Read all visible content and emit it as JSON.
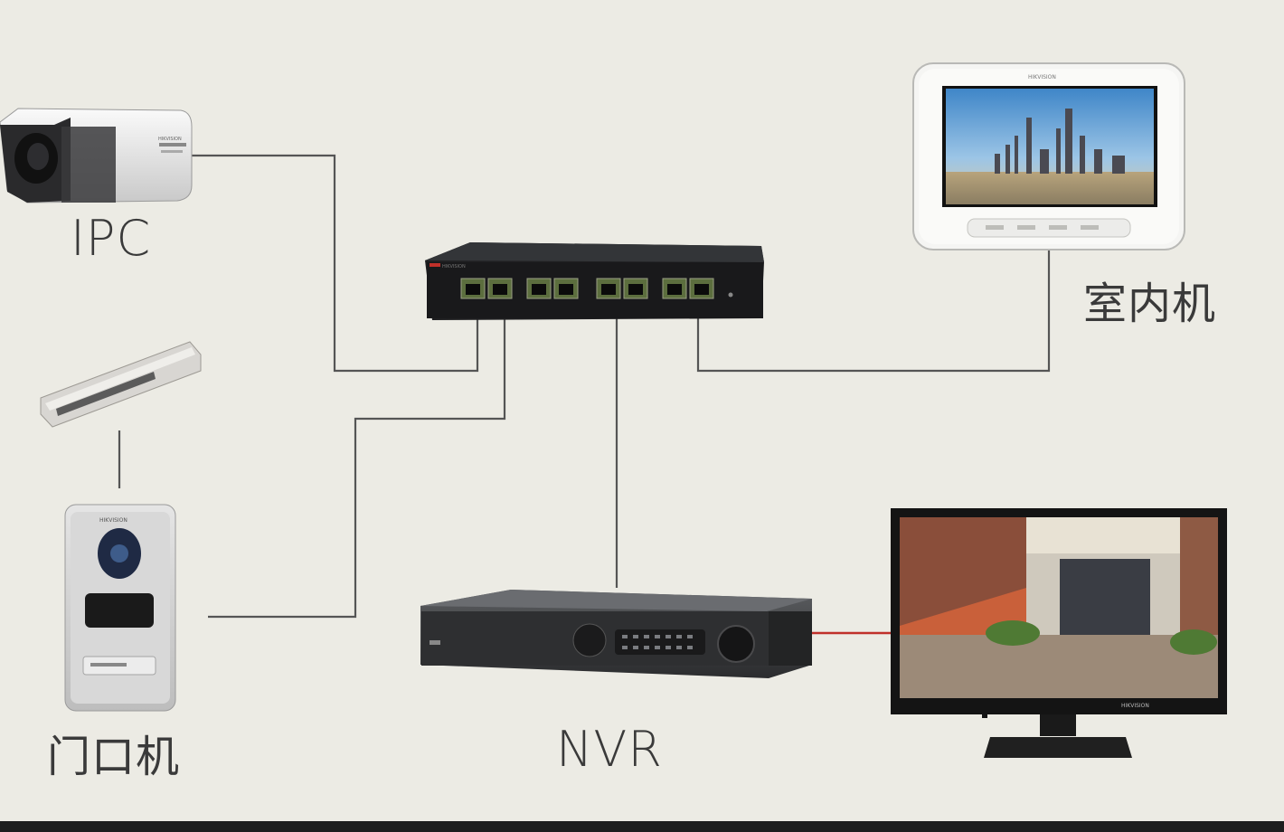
{
  "labels": {
    "ipc": "IPC",
    "indoor_station": "室内机",
    "door_station": "门口机",
    "nvr": "NVR"
  },
  "colors": {
    "background": "#ecebe4",
    "wire": "#555555",
    "hdmi_wire": "#c0302a"
  },
  "devices": {
    "camera_brand": "HIKVISION",
    "switch_brand": "HIKVISION",
    "indoor_brand": "HIKVISION",
    "door_brand": "HIKVISION",
    "monitor_brand": "HIKVISION"
  }
}
